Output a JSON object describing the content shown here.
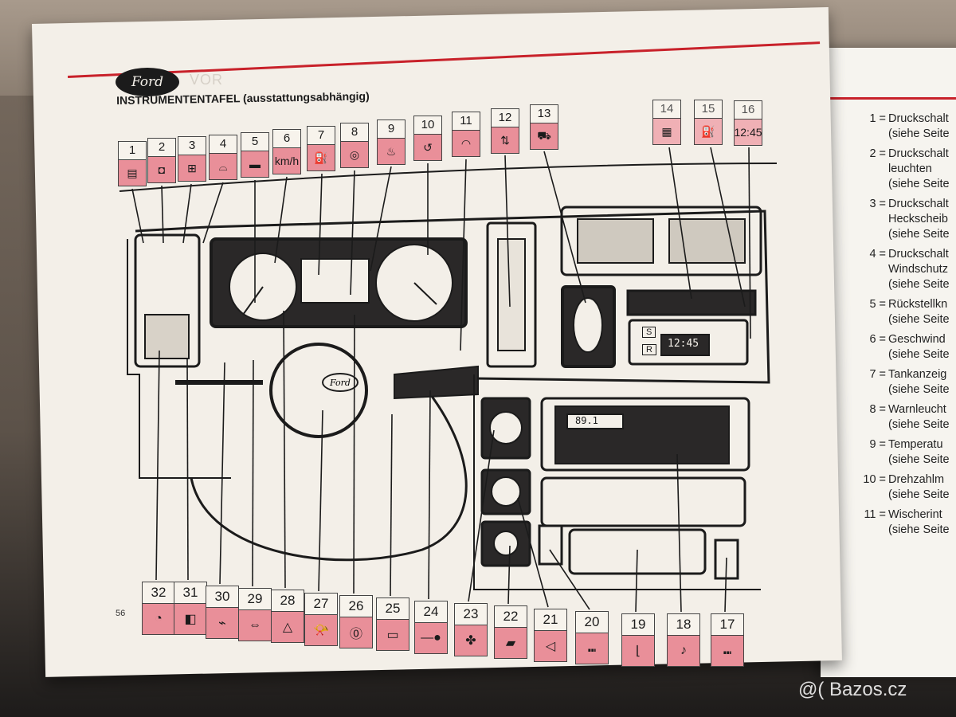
{
  "header": {
    "section_title": "INSTRUMENTENTAFEL (ausstattungsabhängig)",
    "logo_text": "Ford",
    "ghost_heading": "VOR",
    "page_number": "56"
  },
  "callouts_top": [
    {
      "num": "1",
      "icon": "pushbutton-light-icon",
      "glyph": "▤"
    },
    {
      "num": "2",
      "icon": "pushbutton-light-icon",
      "glyph": "◘"
    },
    {
      "num": "3",
      "icon": "rear-window-heater-icon",
      "glyph": "⊞"
    },
    {
      "num": "4",
      "icon": "windscreen-heater-icon",
      "glyph": "⌓"
    },
    {
      "num": "5",
      "icon": "reset-button-icon",
      "glyph": "▬"
    },
    {
      "num": "6",
      "icon": "speedometer-icon",
      "glyph": "km/h"
    },
    {
      "num": "7",
      "icon": "fuel-gauge-icon",
      "glyph": "⛽"
    },
    {
      "num": "8",
      "icon": "warning-light-icon",
      "glyph": "◎"
    },
    {
      "num": "9",
      "icon": "temperature-gauge-icon",
      "glyph": "♨"
    },
    {
      "num": "10",
      "icon": "tachometer-icon",
      "glyph": "↺"
    },
    {
      "num": "11",
      "icon": "wiper-interval-icon",
      "glyph": "◠"
    },
    {
      "num": "12",
      "icon": "ventilation-lever-icon",
      "glyph": "⇅"
    },
    {
      "num": "13",
      "icon": "car-door-icon",
      "glyph": "⛟"
    },
    {
      "num": "14",
      "icon": "display-icon",
      "glyph": "▦"
    },
    {
      "num": "15",
      "icon": "fuel-display-icon",
      "glyph": "⛽"
    },
    {
      "num": "16",
      "icon": "clock-icon",
      "glyph": "12:45"
    }
  ],
  "callouts_bottom": [
    {
      "num": "32",
      "icon": "gauge-icon",
      "glyph": "◔"
    },
    {
      "num": "31",
      "icon": "headlight-icon",
      "glyph": "◧"
    },
    {
      "num": "30",
      "icon": "oil-pressure-icon",
      "glyph": "⌁"
    },
    {
      "num": "29",
      "icon": "turn-signal-icon",
      "glyph": "⇔"
    },
    {
      "num": "28",
      "icon": "hazard-warning-icon",
      "glyph": "△"
    },
    {
      "num": "27",
      "icon": "horn-icon",
      "glyph": "📯"
    },
    {
      "num": "26",
      "icon": "brake-warning-icon",
      "glyph": "⓪"
    },
    {
      "num": "25",
      "icon": "battery-icon",
      "glyph": "▭"
    },
    {
      "num": "24",
      "icon": "key-lever-icon",
      "glyph": "—●"
    },
    {
      "num": "23",
      "icon": "fan-icon",
      "glyph": "✤"
    },
    {
      "num": "22",
      "icon": "cigarette-lighter-icon",
      "glyph": "▰"
    },
    {
      "num": "21",
      "icon": "speaker-icon",
      "glyph": "◁"
    },
    {
      "num": "20",
      "icon": "seat-heater-icon",
      "glyph": "⑉"
    },
    {
      "num": "19",
      "icon": "seat-adjust-icon",
      "glyph": "⌊"
    },
    {
      "num": "18",
      "icon": "music-note-icon",
      "glyph": "♪"
    },
    {
      "num": "17",
      "icon": "seat-heater-icon",
      "glyph": "⑉"
    }
  ],
  "legend": [
    {
      "n": "1 =",
      "lines": [
        "Druckschalt",
        "(siehe Seite"
      ]
    },
    {
      "n": "2 =",
      "lines": [
        "Druckschalt",
        "leuchten",
        "(siehe Seite"
      ]
    },
    {
      "n": "3 =",
      "lines": [
        "Druckschalt",
        "Heckscheib",
        "(siehe Seite"
      ]
    },
    {
      "n": "4 =",
      "lines": [
        "Druckschalt",
        "Windschutz",
        "(siehe Seite"
      ]
    },
    {
      "n": "5 =",
      "lines": [
        "Rückstellkn",
        "(siehe Seite"
      ]
    },
    {
      "n": "6 =",
      "lines": [
        "Geschwind",
        "(siehe Seite"
      ]
    },
    {
      "n": "7 =",
      "lines": [
        "Tankanzeig",
        "(siehe Seite"
      ]
    },
    {
      "n": "8 =",
      "lines": [
        "Warnleucht",
        "(siehe Seite"
      ]
    },
    {
      "n": "9 =",
      "lines": [
        "Temperatu",
        "(siehe Seite"
      ]
    },
    {
      "n": "10 =",
      "lines": [
        "Drehzahlm",
        "(siehe Seite"
      ]
    },
    {
      "n": "11 =",
      "lines": [
        "Wischerint",
        "(siehe Seite"
      ]
    }
  ],
  "dashboard": {
    "clock_display": "12:45",
    "radio_display": "89.1",
    "clock_buttons": [
      "S",
      "R"
    ],
    "steering_logo": "Ford"
  },
  "watermark": "@( Bazos.cz"
}
